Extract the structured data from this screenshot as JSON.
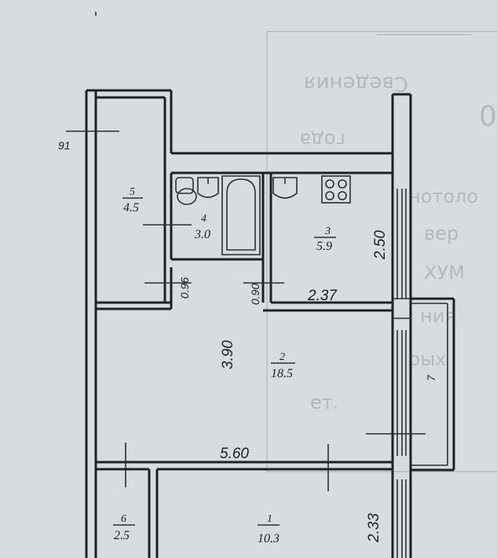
{
  "background_stamp": {
    "lines": [
      "Сведения",
      "года",
      "нотоло",
      "вер",
      "ХУМ",
      "ния",
      "рых",
      "ет."
    ],
    "digit": "0"
  },
  "rooms": [
    {
      "number": "1",
      "area": "10.3"
    },
    {
      "number": "2",
      "area": "18.5"
    },
    {
      "number": "3",
      "area": "5.9"
    },
    {
      "number": "4",
      "area": "3.0"
    },
    {
      "number": "5",
      "area": "4.5"
    },
    {
      "number": "6",
      "area": "2.5"
    }
  ],
  "dimensions": {
    "kitchen_width": "2.37",
    "kitchen_depth": "2.50",
    "living_depth": "3.90",
    "living_width": "5.60",
    "room1_depth": "2.33",
    "door_left": "0.96",
    "door_kitchen": "0.90",
    "balcony": "7",
    "left_mark": "91"
  },
  "colors": {
    "paper": "#d9dcdc",
    "ink": "#1e2224",
    "faint": "#b3b9bb"
  }
}
